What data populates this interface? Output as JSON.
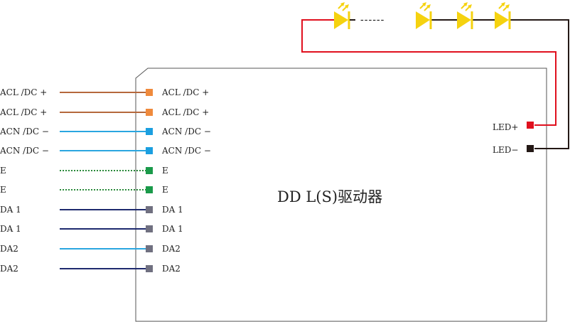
{
  "diagram": {
    "title": "DD L(S)驱动器",
    "wires": [
      {
        "left_label": "ACL /DC +",
        "inner_label": "ACL /DC +",
        "line_color": "#b5683c",
        "dotted": false,
        "terminal_color": "#ef8a3c"
      },
      {
        "left_label": "ACL /DC +",
        "inner_label": "ACL /DC +",
        "line_color": "#b5683c",
        "dotted": false,
        "terminal_color": "#ef8a3c"
      },
      {
        "left_label": "ACN /DC −",
        "inner_label": "ACN /DC −",
        "line_color": "#2aa6e0",
        "dotted": false,
        "terminal_color": "#1b9fe0"
      },
      {
        "left_label": "ACN /DC −",
        "inner_label": "ACN /DC −",
        "line_color": "#2aa6e0",
        "dotted": false,
        "terminal_color": "#1b9fe0"
      },
      {
        "left_label": "E",
        "inner_label": "E",
        "line_color": "#2a8a3a",
        "dotted": true,
        "terminal_color": "#1a9a4a"
      },
      {
        "left_label": "E",
        "inner_label": "E",
        "line_color": "#2a8a3a",
        "dotted": true,
        "terminal_color": "#1a9a4a"
      },
      {
        "left_label": "DA 1",
        "inner_label": "DA 1",
        "line_color": "#1e2a6e",
        "dotted": false,
        "terminal_color": "#707080"
      },
      {
        "left_label": "DA 1",
        "inner_label": "DA 1",
        "line_color": "#1e2a6e",
        "dotted": false,
        "terminal_color": "#707080"
      },
      {
        "left_label": "DA2",
        "inner_label": "DA2",
        "line_color": "#2aa6e0",
        "dotted": false,
        "terminal_color": "#707080"
      },
      {
        "left_label": "DA2",
        "inner_label": "DA2",
        "line_color": "#1e2a6e",
        "dotted": false,
        "terminal_color": "#707080"
      }
    ],
    "outputs": [
      {
        "label": "LED+",
        "terminal_color": "#e0101e",
        "wire_color": "#e0101e"
      },
      {
        "label": "LED−",
        "terminal_color": "#231815",
        "wire_color": "#231815"
      }
    ],
    "led_string": {
      "led_color": "#f5d20f",
      "gap_marker": "------"
    }
  }
}
